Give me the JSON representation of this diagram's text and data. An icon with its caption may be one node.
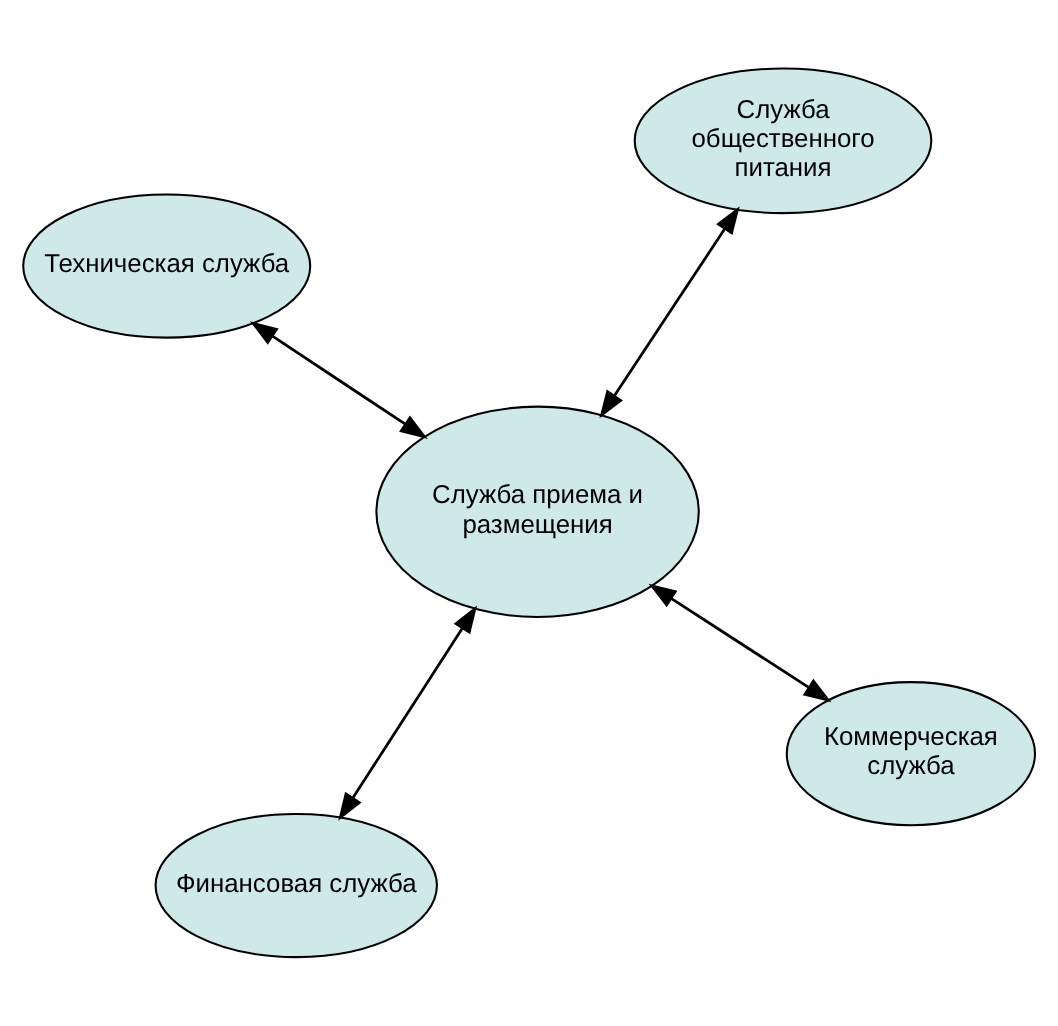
{
  "diagram": {
    "nodes": [
      {
        "text": [
          "Служба приема и размещения"
        ]
      },
      {
        "text": [
          "Коммерческая служба"
        ]
      },
      {
        "text": [
          "Финансовая служба"
        ]
      },
      {
        "text": [
          "Техническая служба"
        ]
      },
      {
        "text": [
          "Служба общественного питания"
        ]
      }
    ],
    "edges": [
      {
        "from": 0,
        "to": 1,
        "arrow": "both"
      },
      {
        "from": 0,
        "to": 2,
        "arrow": "both"
      },
      {
        "from": 0,
        "to": 3,
        "arrow": "both"
      },
      {
        "from": 0,
        "to": 4,
        "arrow": "both"
      }
    ]
  }
}
